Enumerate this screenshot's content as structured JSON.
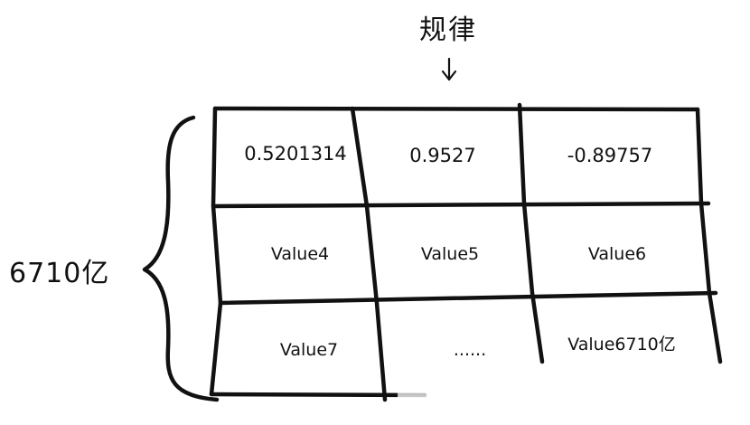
{
  "diagram": {
    "title": "规律",
    "row_count_label": "6710亿",
    "cells": [
      [
        "0.5201314",
        "0.9527",
        "-0.89757"
      ],
      [
        "Value4",
        "Value5",
        "Value6"
      ],
      [
        "Value7",
        "......",
        "Value6710亿"
      ]
    ],
    "icons": {
      "pointer": "down-arrow-icon",
      "grouping": "curly-brace-icon"
    },
    "colors": {
      "ink": "#111111",
      "background": "#ffffff"
    }
  }
}
